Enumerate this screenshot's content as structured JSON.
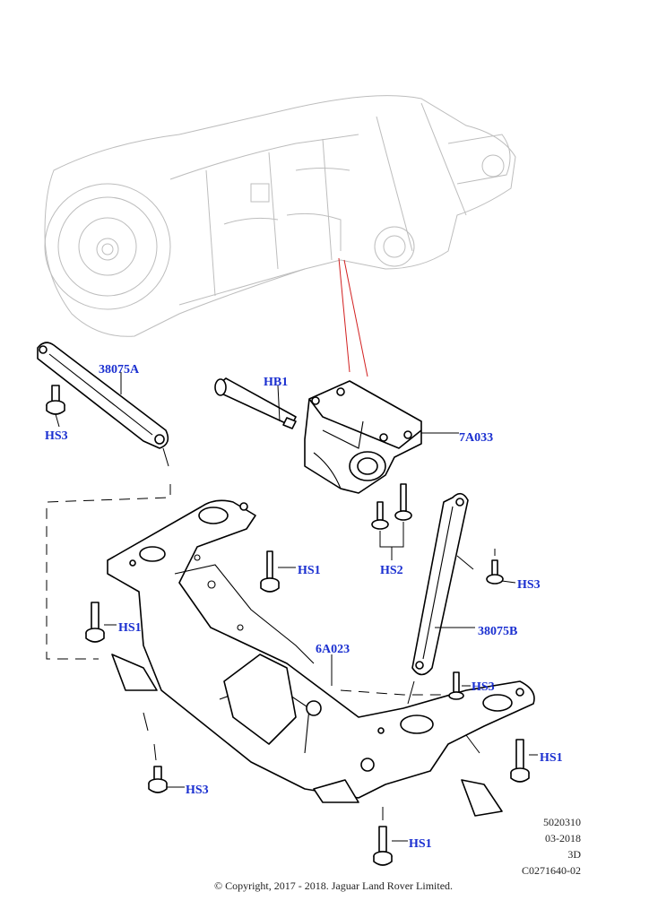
{
  "callouts": {
    "c38075a": "38075A",
    "hb1": "HB1",
    "hs3_left": "HS3",
    "c7a033": "7A033",
    "hs1_a": "HS1",
    "hs2": "HS2",
    "hs3_right": "HS3",
    "hs1_b": "HS1",
    "c38075b": "38075B",
    "c6a023": "6A023",
    "hs3_mid": "HS3",
    "hs1_c": "HS1",
    "hs3_bottom": "HS3",
    "hs1_d": "HS1"
  },
  "reference": {
    "number": "5020310",
    "date": "03-2018",
    "view": "3D",
    "code": "C0271640-02"
  },
  "copyright": "© Copyright, 2017 - 2018. Jaguar Land Rover Limited.",
  "colors": {
    "callout": "#1a2fd0",
    "leader_red": "#d22020",
    "transmission": "#bdbdbd"
  }
}
